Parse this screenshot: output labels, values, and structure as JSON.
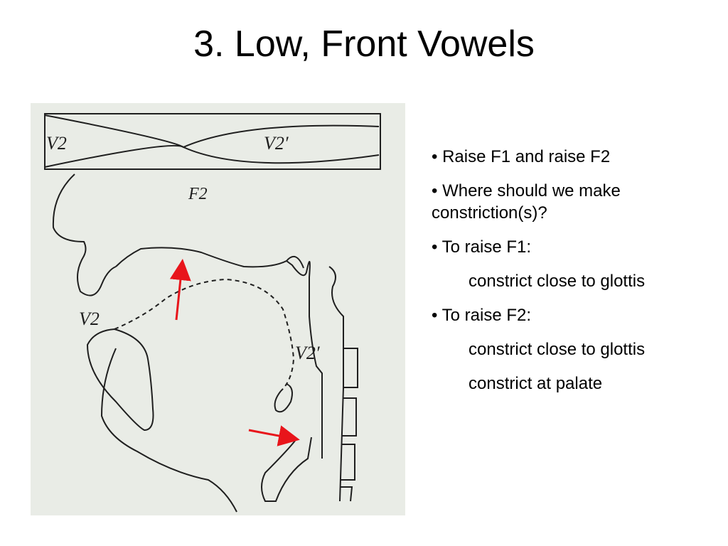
{
  "title": "3. Low, Front Vowels",
  "figure": {
    "labels": {
      "v2_top": "V2",
      "v2prime_top": "V2′",
      "f2": "F2",
      "v2_mouth": "V2",
      "v2prime_throat": "V2′"
    },
    "colors": {
      "arrow": "#e8151b",
      "line": "#1f1f1f",
      "background": "#e9ece6"
    }
  },
  "bullets": [
    {
      "text": "• Raise F1 and raise F2"
    },
    {
      "text": "• Where should we make constriction(s)?"
    },
    {
      "text": "• To raise F1:"
    },
    {
      "text": "constrict close to glottis"
    },
    {
      "text": "• To raise F2:"
    },
    {
      "text": "constrict close to glottis"
    },
    {
      "text": "constrict at palate"
    }
  ]
}
